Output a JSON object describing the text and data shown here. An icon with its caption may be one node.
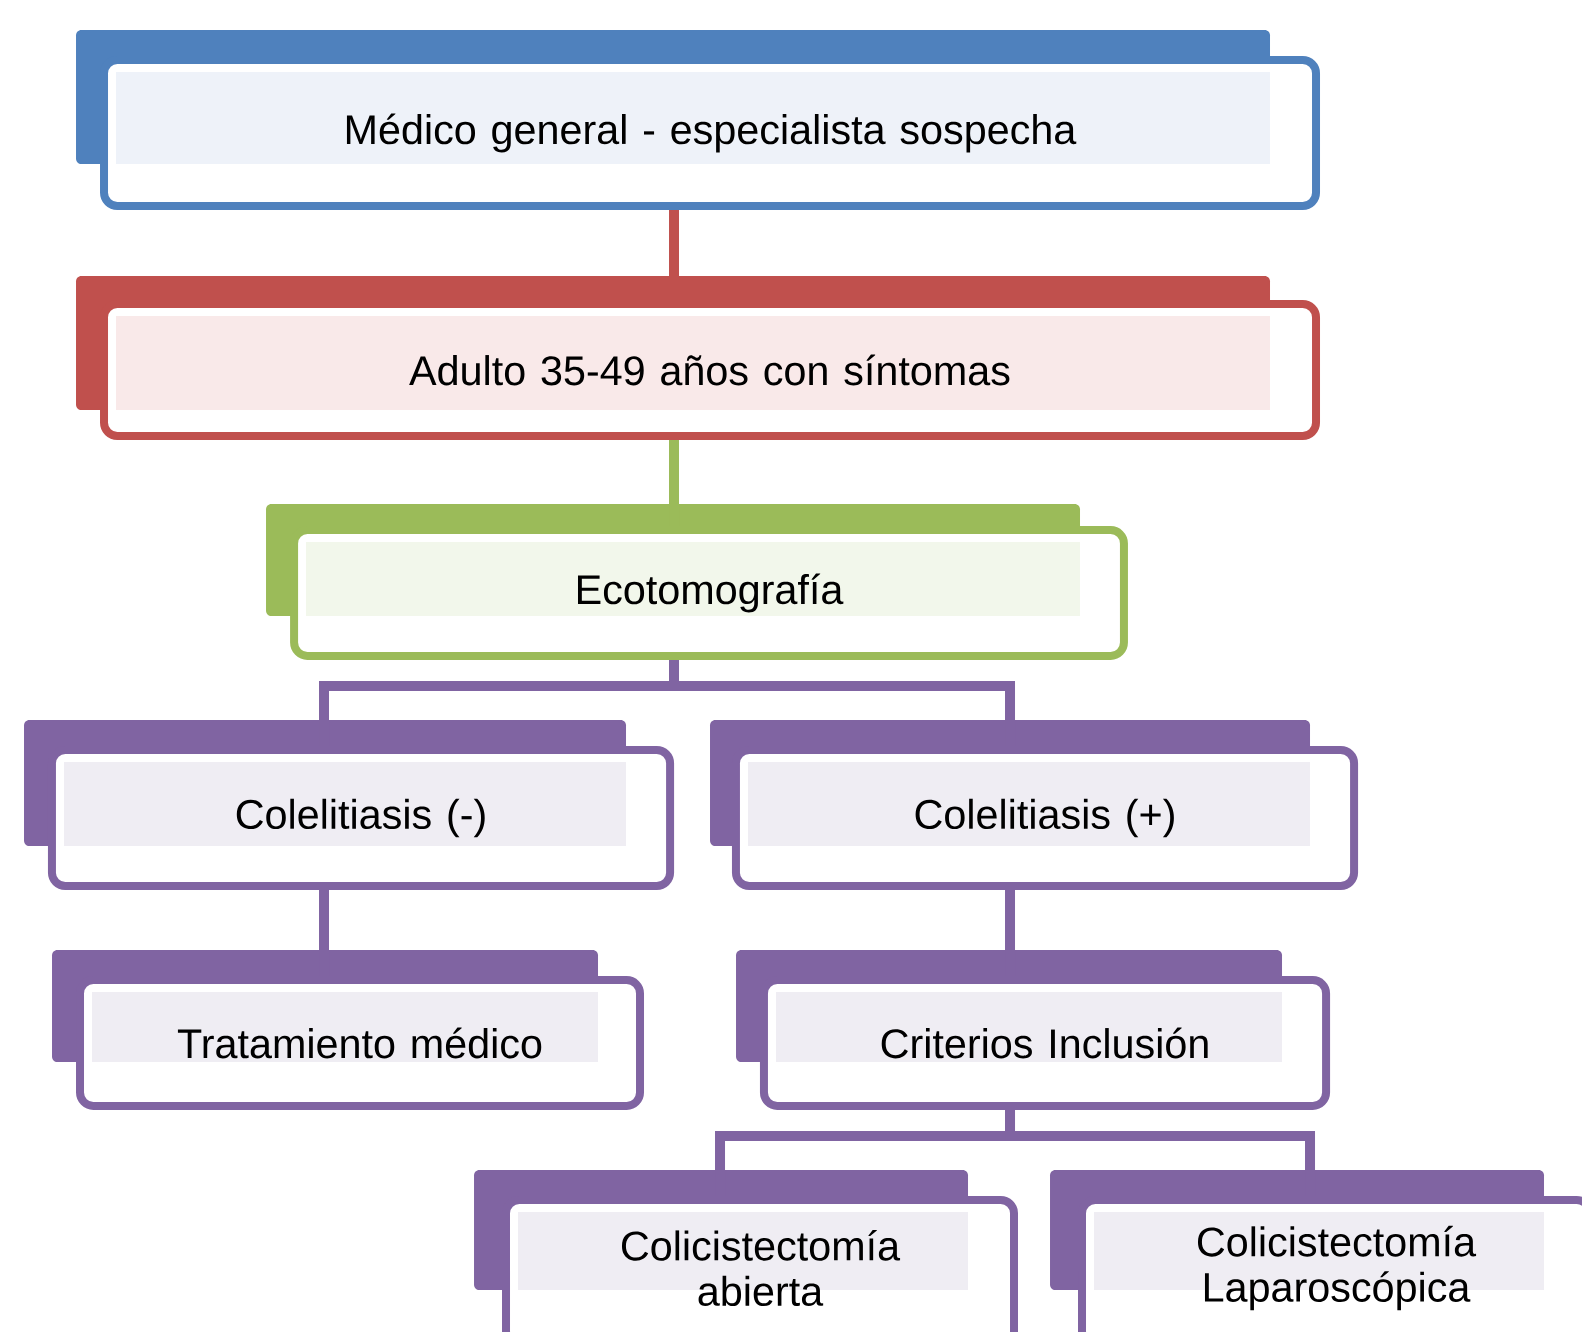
{
  "diagram": {
    "nodes": [
      {
        "text": [
          "Médico general - especialista sospecha"
        ]
      },
      {
        "text": [
          "Adulto 35-49 años con síntomas"
        ]
      },
      {
        "text": [
          "Ecotomografía"
        ]
      },
      {
        "text": [
          "Colelitiasis (-)"
        ]
      },
      {
        "text": [
          "Colelitiasis (+)"
        ]
      },
      {
        "text": [
          "Tratamiento médico"
        ]
      },
      {
        "text": [
          "Criterios Inclusión"
        ]
      },
      {
        "text": [
          "Colicistectomía abierta"
        ]
      },
      {
        "text": [
          "Colicistectomía Laparoscópica"
        ]
      }
    ],
    "edges": [
      {
        "from": 0,
        "to": 1,
        "arrow": "none",
        "color": "#c0504d"
      },
      {
        "from": 1,
        "to": 2,
        "arrow": "none",
        "color": "#9bbb59"
      },
      {
        "from": 2,
        "to": 3,
        "arrow": "none"
      },
      {
        "from": 2,
        "to": 4,
        "arrow": "none"
      },
      {
        "from": 3,
        "to": 5,
        "arrow": "none"
      },
      {
        "from": 4,
        "to": 6,
        "arrow": "none"
      },
      {
        "from": 6,
        "to": 7,
        "arrow": "none"
      },
      {
        "from": 6,
        "to": 8,
        "arrow": "none"
      }
    ]
  }
}
